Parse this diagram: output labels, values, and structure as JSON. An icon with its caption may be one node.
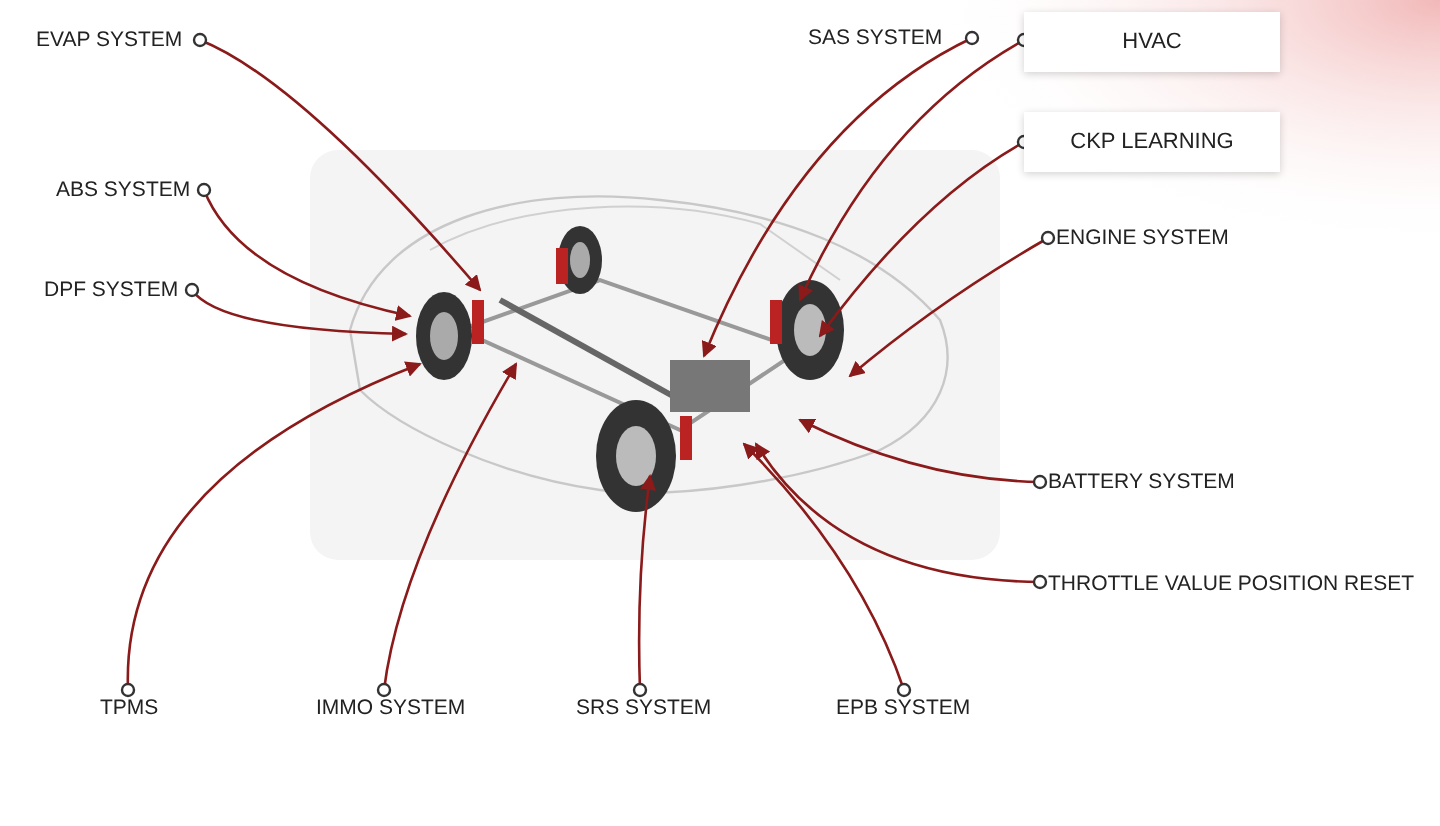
{
  "diagram": {
    "nodes": [
      {
        "text": [
          "EVAP SYSTEM"
        ]
      },
      {
        "text": [
          "SAS SYSTEM"
        ]
      },
      {
        "text": [
          "HVAC"
        ]
      },
      {
        "text": [
          "CKP LEARNING"
        ]
      },
      {
        "text": [
          "ABS SYSTEM"
        ]
      },
      {
        "text": [
          "ENGINE SYSTEM"
        ]
      },
      {
        "text": [
          "DPF SYSTEM"
        ]
      },
      {
        "text": [
          "BATTERY SYSTEM"
        ]
      },
      {
        "text": [
          "THROTTLE VALUE POSITION RESET"
        ]
      },
      {
        "text": [
          "TPMS"
        ]
      },
      {
        "text": [
          "IMMO SYSTEM"
        ]
      },
      {
        "text": [
          "SRS SYSTEM"
        ]
      },
      {
        "text": [
          "EPB SYSTEM"
        ]
      }
    ],
    "edges": [
      {
        "from": 0,
        "to": null,
        "arrow": "to"
      },
      {
        "from": 1,
        "to": null,
        "arrow": "to"
      },
      {
        "from": 2,
        "to": null,
        "arrow": "to"
      },
      {
        "from": 3,
        "to": null,
        "arrow": "to"
      },
      {
        "from": 4,
        "to": null,
        "arrow": "to"
      },
      {
        "from": 5,
        "to": null,
        "arrow": "to"
      },
      {
        "from": 6,
        "to": null,
        "arrow": "to"
      },
      {
        "from": 7,
        "to": null,
        "arrow": "to"
      },
      {
        "from": 8,
        "to": null,
        "arrow": "to"
      },
      {
        "from": 9,
        "to": null,
        "arrow": "to"
      },
      {
        "from": 10,
        "to": null,
        "arrow": "to"
      },
      {
        "from": 11,
        "to": null,
        "arrow": "to"
      },
      {
        "from": 12,
        "to": null,
        "arrow": "to"
      }
    ]
  }
}
